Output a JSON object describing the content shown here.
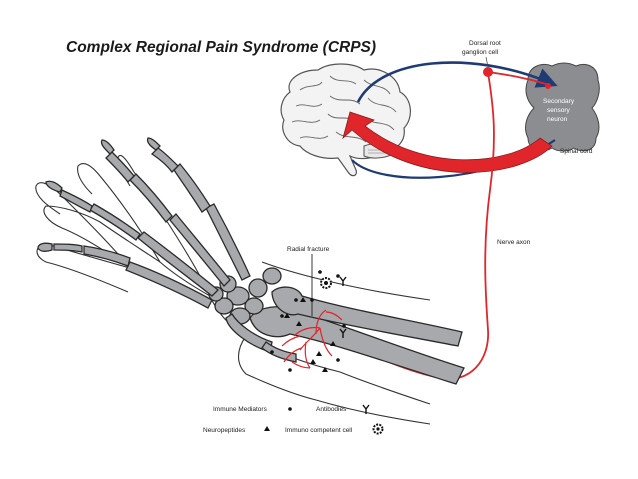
{
  "title": "Complex Regional Pain Syndrome (CRPS)",
  "labels": {
    "dorsal_root_line1": "Dorsal root",
    "dorsal_root_line2": "ganglion cell",
    "secondary_line1": "Secondary",
    "secondary_line2": "sensory",
    "secondary_line3": "neuron",
    "spinal_cord": "Spinal cord",
    "nerve_axon": "Nerve axon",
    "radial_fracture": "Radial fracture"
  },
  "legend": {
    "immune_mediators": "Immune Mediators",
    "antibodies": "Antibodies",
    "neuropeptides": "Neuropeptides",
    "immune_cell": "Immuno competent cell"
  },
  "colors": {
    "nerve_red": "#e0262b",
    "pathway_blue": "#1f3b73",
    "bone_grey": "#a7a9ac",
    "neuron_grey": "#8b8d90"
  }
}
